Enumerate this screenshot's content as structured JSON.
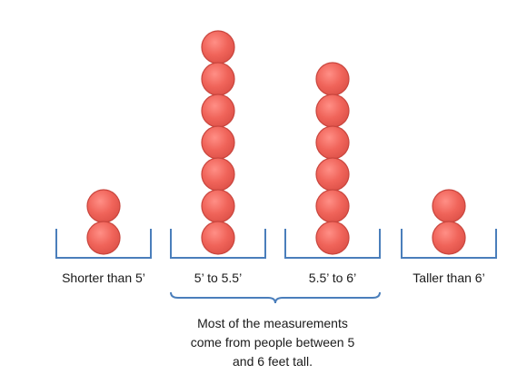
{
  "bins": [
    {
      "label": "Shorter than 5’",
      "count": 2
    },
    {
      "label": "5’ to 5.5’",
      "count": 7
    },
    {
      "label": "5.5’ to 6’",
      "count": 6
    },
    {
      "label": "Taller than 6’",
      "count": 2
    }
  ],
  "caption": {
    "line1": "Most of the measurements",
    "line2": "come from people between 5",
    "line3": "and 6 feet tall."
  },
  "colors": {
    "ball_fill": "#f0645a",
    "ball_stroke": "#c8453d",
    "bracket": "#4a7ebb"
  }
}
